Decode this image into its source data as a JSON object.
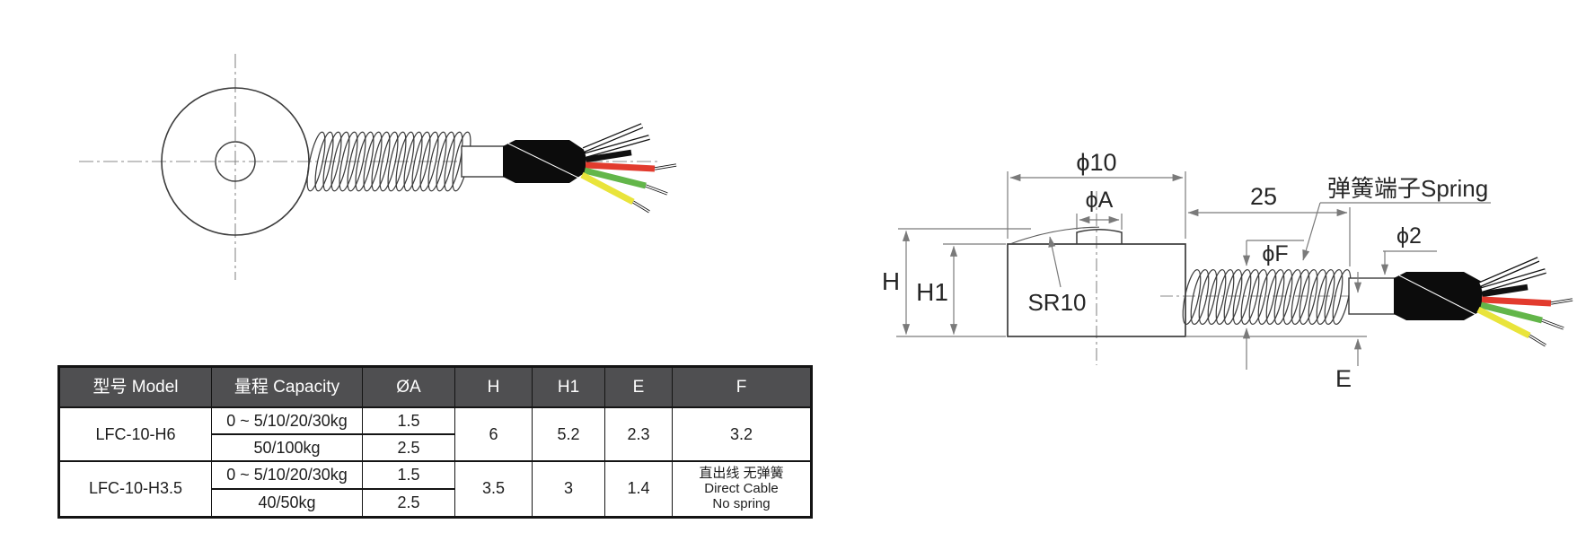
{
  "table": {
    "headers": {
      "model": "型号 Model",
      "capacity": "量程 Capacity",
      "oa": "ØA",
      "h": "H",
      "h1": "H1",
      "e": "E",
      "f": "F"
    },
    "rows": [
      {
        "model": "LFC-10-H6",
        "cap1": "0 ~ 5/10/20/30kg",
        "oa1": "1.5",
        "cap2": "50/100kg",
        "oa2": "2.5",
        "h": "6",
        "h1": "5.2",
        "e": "2.3",
        "f": "3.2"
      },
      {
        "model": "LFC-10-H3.5",
        "cap1": "0 ~ 5/10/20/30kg",
        "oa1": "1.5",
        "cap2": "40/50kg",
        "oa2": "2.5",
        "h": "3.5",
        "h1": "3",
        "e": "1.4",
        "f1": "直出线 无弹簧",
        "f2": "Direct Cable",
        "f3": "No spring"
      }
    ]
  },
  "diagram": {
    "labels": {
      "dia10": "ϕ10",
      "diaA": "ϕA",
      "len25": "25",
      "spring_terminal": "弹簧端子Spring",
      "diaF": "ϕF",
      "dia2": "ϕ2",
      "h": "H",
      "h1": "H1",
      "sr10": "SR10",
      "e": "E"
    },
    "colors": {
      "wire_red": "#e23b2e",
      "wire_green": "#63b64a",
      "wire_yellow": "#e9e43b",
      "wire_black": "#111111",
      "header_bg": "#4f4f51"
    }
  }
}
